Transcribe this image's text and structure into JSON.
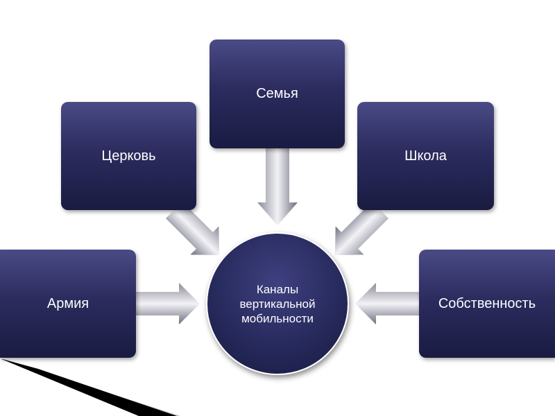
{
  "diagram": {
    "center": {
      "line1": "Каналы",
      "line2": "вертикальной",
      "line3": "мобильности"
    },
    "nodes": {
      "family": "Семья",
      "church": "Церковь",
      "school": "Школа",
      "army": "Армия",
      "property": "Собственность"
    }
  },
  "colors": {
    "node_top": "#4a4a86",
    "node_bottom": "#191b41",
    "arrow_light": "#f2f2f6",
    "arrow_dark": "#6d6d7e",
    "text": "#ffffff"
  },
  "icons": [
    "arrow-down-icon",
    "arrow-down-right-icon",
    "arrow-down-left-icon",
    "arrow-right-icon",
    "arrow-left-icon"
  ]
}
